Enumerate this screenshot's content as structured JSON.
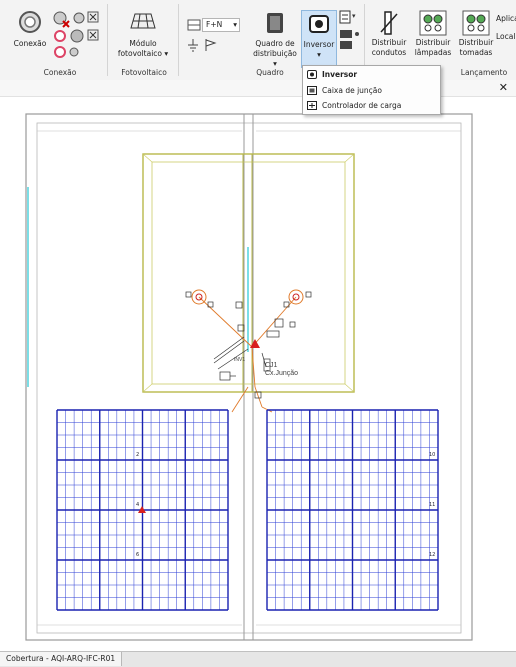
{
  "ribbon": {
    "groups": {
      "conexao": "Conexão",
      "fotovoltaico": "Fotovoltaico",
      "quadro": "Quadro",
      "lancamento": "Lançamento"
    },
    "buttons": {
      "conexao": "Conexão",
      "modulo_l1": "Módulo",
      "modulo_l2": "fotovoltaico",
      "quadro_l1": "Quadro de",
      "quadro_l2": "distribuição",
      "inversor": "Inversor",
      "cond_l1": "Distribuir",
      "cond_l2": "condutos",
      "lamp_l1": "Distribuir",
      "lamp_l2": "lâmpadas",
      "tom_l1": "Distribuir",
      "tom_l2": "tomadas",
      "aplica": "Aplica",
      "local": "Local"
    },
    "phase_dropdown": "F+N"
  },
  "menu": {
    "items": [
      "Inversor",
      "Caixa de junção",
      "Controlador de carga"
    ]
  },
  "drawing": {
    "label_cj1": "CJ1",
    "label_cx": "Cx.Junção",
    "label_inv": "INV1",
    "panel_numbers": [
      "2",
      "4",
      "6",
      "10",
      "11",
      "12"
    ]
  },
  "status": {
    "tab": "Cobertura - AQI-ARQ-IFC-R01"
  }
}
